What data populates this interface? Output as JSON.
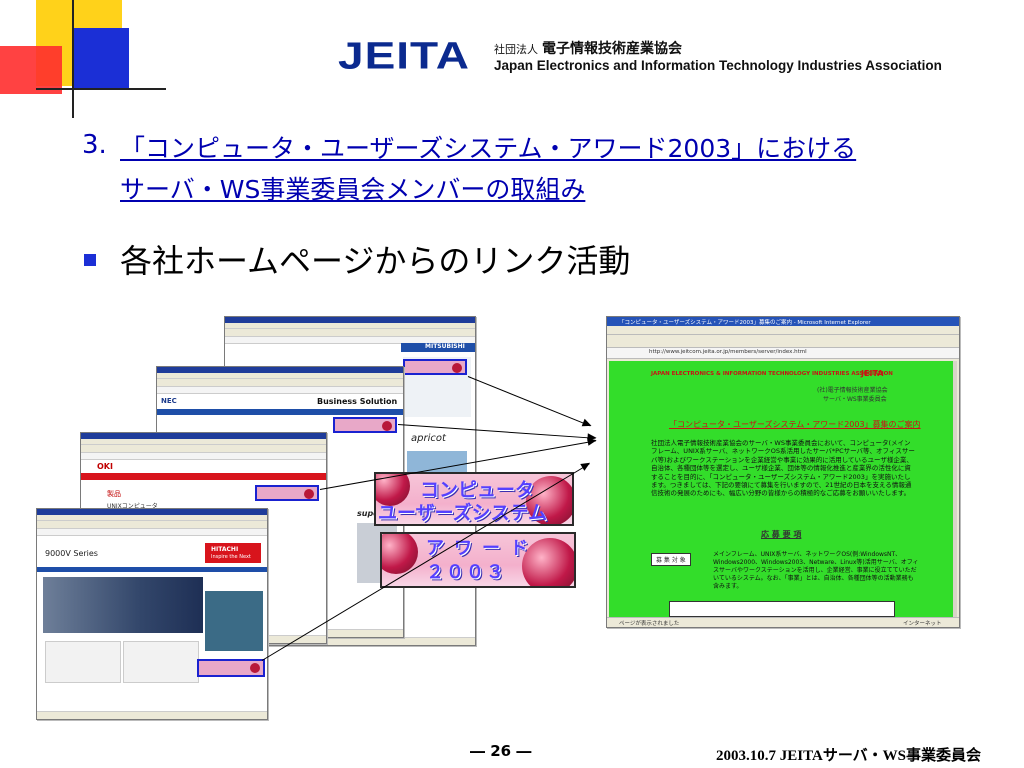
{
  "header": {
    "logo_text": "JEITA",
    "org_prefix": "社団法人",
    "org_name_jp": "電子情報技術産業協会",
    "org_name_en": "Japan Electronics and Information Technology Industries Association"
  },
  "slide": {
    "title_number": "3.",
    "title_line1": "「コンピュータ・ユーザーズシステム・アワード2003」における",
    "title_line2": "サーバ・WS事業委員会メンバーの取組み",
    "bullet": "各社ホームページからのリンク活動"
  },
  "screens": {
    "nec_brand": "NEC",
    "nec_heading": "Business Solution",
    "oki_brand": "OKI",
    "oki_section": "製品",
    "oki_sub": "UNIXコンピュータ",
    "hitachi_series": "9000V Series",
    "hitachi_brand": "HITACHI",
    "hitachi_tagline": "Inspire the Next",
    "mitsubishi_brand": "MITSUBISHI",
    "apricot": "apricot",
    "superdome": "superdome"
  },
  "jeita_page": {
    "window_title": "「コンピュータ・ユーザーズシステム・アワード2003」募集のご案内 - Microsoft Internet Explorer",
    "address": "http://www.jeitcom.jeita.or.jp/members/server/index.html",
    "org_en": "JAPAN ELECTRONICS & INFORMATION TECHNOLOGY INDUSTRIES ASSOCIATION",
    "logo": "JEITA",
    "org_jp": "(社)電子情報技術産業協会",
    "committee": "サーバ・WS事業委員会",
    "heading": "「コンピュータ・ユーザーズシステム・アワード2003」募集のご案内",
    "body": "社団法人電子情報技術産業協会のサーバ・WS事業委員会において、コンピュータ(メインフレーム、UNIX系サーバ、ネットワークOS系活用したサーバ*PCサーバ等、オフィスサーバ等)およびワークステーションを企業経営や事業に効果的に活用しているユーザ様企業、自治体、各種団体等を選定し、ユーザ様企業、団体等の情報化推進と産業界の活性化に資することを目的に、「コンピュータ・ユーザーズシステム・アワード2003」を実施いたします。つきましては、下記の要領にて募集を行いますので、21世紀の日本を支える情報通信技術の発展のためにも、幅広い分野の皆様からの積極的なご応募をお願いいたします。",
    "section": "応 募 要 項",
    "target_label": "募 集 対 象",
    "target_text": "メインフレーム、UNIX系サーバ、ネットワークOS(例:WindowsNT、Windows2000、Windows2003、Netware、Linux等)活用サーバ、オフィスサーバやワークステーションを活用し、企業経営、事業に役立てていただいているシステム。なお、「事業」とは、自治体、各種団体等の活動業務も含みます。",
    "status_left": "ページが表示されました",
    "status_right": "インターネット"
  },
  "promo": {
    "line1": "コンピュータ",
    "line2": "ユーザーズシステム",
    "line3": "アワード",
    "line4": "２００３"
  },
  "footer": {
    "page_number": "― 26 ―",
    "date_org": "2003.10.7  JEITAサーバ・WS事業委員会"
  },
  "colors": {
    "title_blue": "#0000b0",
    "accent_blue": "#1b2fd6",
    "jeita_navy": "#0b2a8f",
    "green_page": "#33dd2a"
  }
}
